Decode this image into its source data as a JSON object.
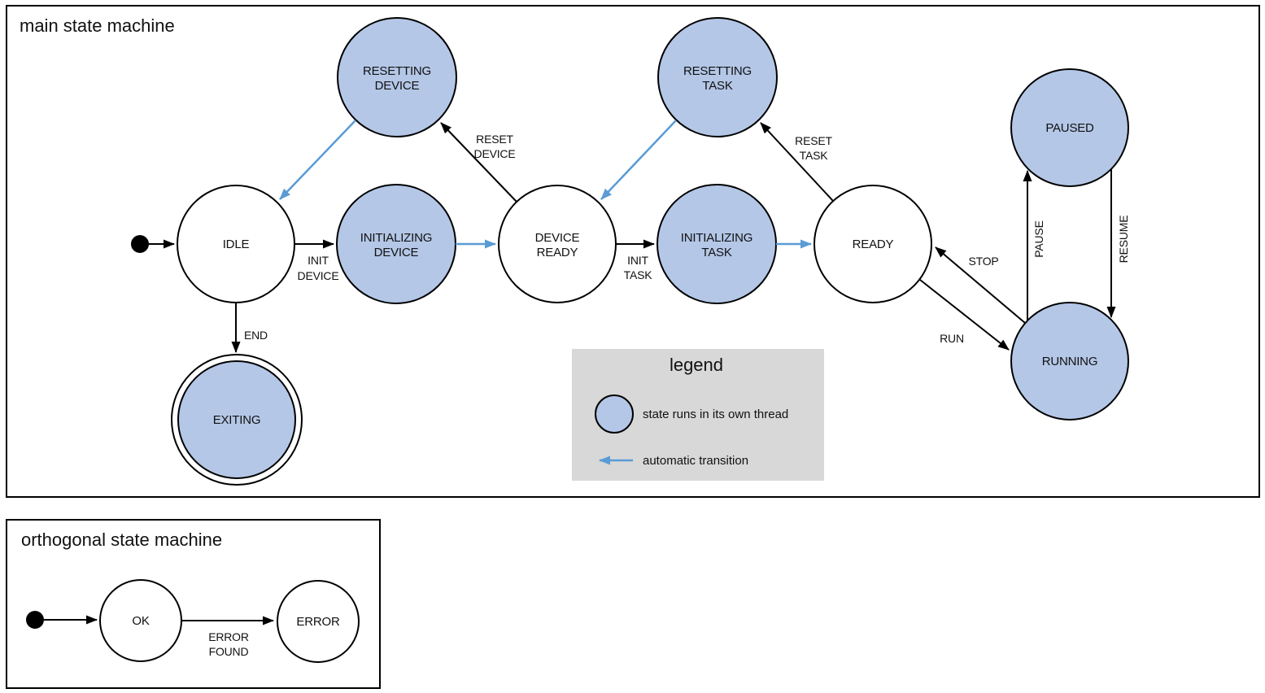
{
  "colors": {
    "threaded_state_fill": "#b4c7e7",
    "plain_state_fill": "#ffffff",
    "automatic_transition": "#5b9bd5",
    "legend_background": "#d8d8d8",
    "line_color": "#000000"
  },
  "main": {
    "title": "main state machine",
    "states": {
      "resetting_device": {
        "lines": [
          "RESETTING",
          "DEVICE"
        ]
      },
      "resetting_task": {
        "lines": [
          "RESETTING",
          "TASK"
        ]
      },
      "paused": {
        "lines": [
          "PAUSED"
        ]
      },
      "idle": {
        "lines": [
          "IDLE"
        ]
      },
      "initializing_device": {
        "lines": [
          "INITIALIZING",
          "DEVICE"
        ]
      },
      "device_ready": {
        "lines": [
          "DEVICE",
          "READY"
        ]
      },
      "initializing_task": {
        "lines": [
          "INITIALIZING",
          "TASK"
        ]
      },
      "ready": {
        "lines": [
          "READY"
        ]
      },
      "running": {
        "lines": [
          "RUNNING"
        ]
      },
      "exiting": {
        "lines": [
          "EXITING"
        ]
      }
    },
    "transitions": {
      "init_device": {
        "lines": [
          "INIT",
          "DEVICE"
        ]
      },
      "reset_device": {
        "lines": [
          "RESET",
          "DEVICE"
        ]
      },
      "init_task": {
        "lines": [
          "INIT",
          "TASK"
        ]
      },
      "reset_task": {
        "lines": [
          "RESET",
          "TASK"
        ]
      },
      "stop": {
        "lines": [
          "STOP"
        ]
      },
      "run": {
        "lines": [
          "RUN"
        ]
      },
      "pause": {
        "lines": [
          "PAUSE"
        ]
      },
      "resume": {
        "lines": [
          "RESUME"
        ]
      },
      "end": {
        "lines": [
          "END"
        ]
      }
    }
  },
  "legend": {
    "title": "legend",
    "items": [
      {
        "label": "state runs in its own thread"
      },
      {
        "label": "automatic transition"
      }
    ]
  },
  "orthogonal": {
    "title": "orthogonal state machine",
    "states": {
      "ok": {
        "lines": [
          "OK"
        ]
      },
      "error": {
        "lines": [
          "ERROR"
        ]
      }
    },
    "transitions": {
      "error_found": {
        "lines": [
          "ERROR",
          "FOUND"
        ]
      }
    }
  }
}
